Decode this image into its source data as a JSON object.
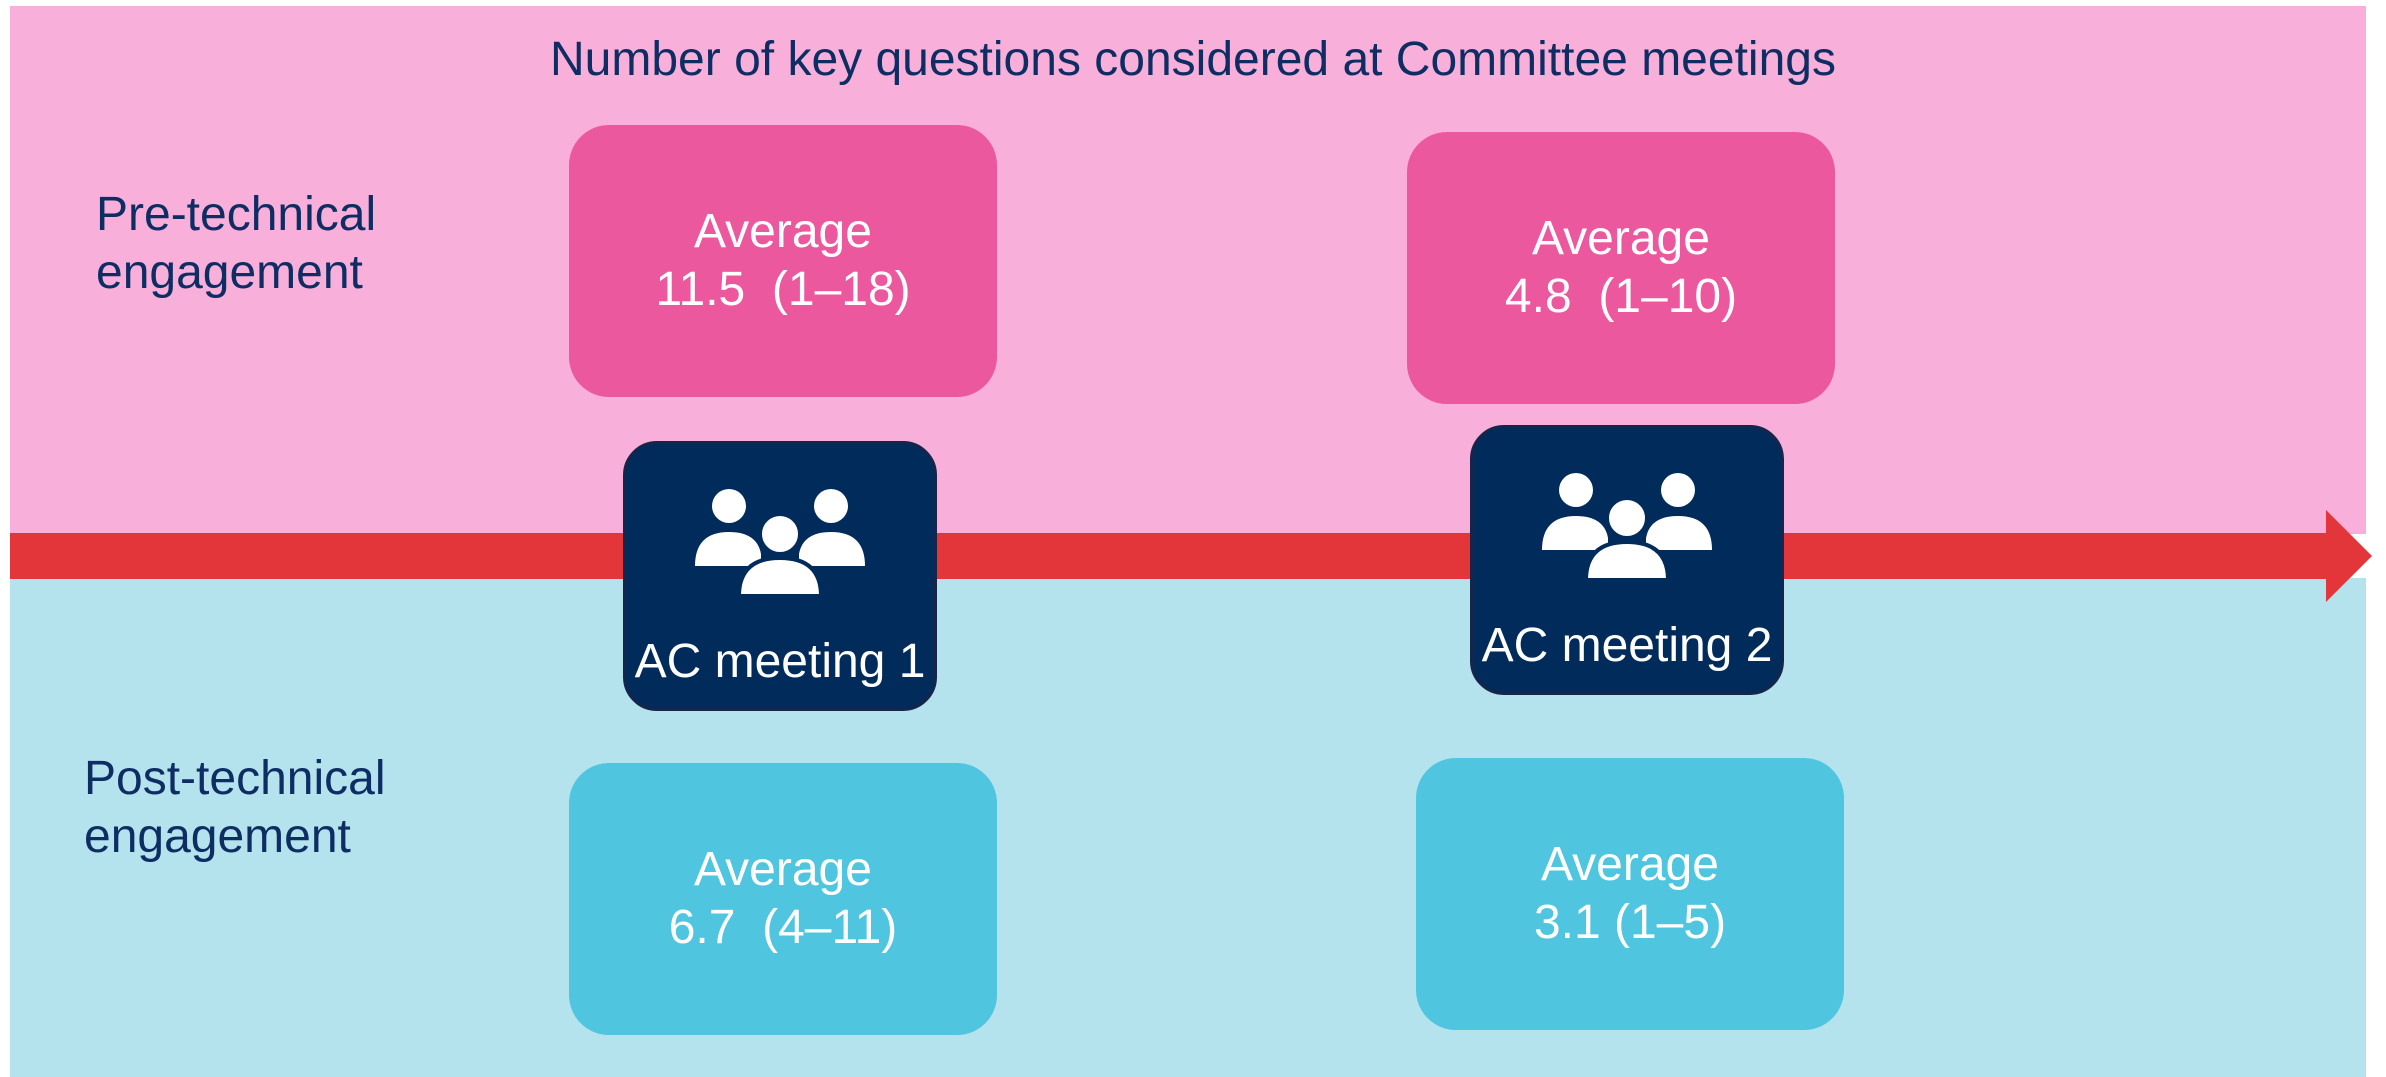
{
  "title": "Number of key questions considered at Committee meetings",
  "colors": {
    "pre_band": "#f8b0db",
    "post_band": "#b4e2ed",
    "arrow": "#e2363a",
    "pre_box": "#ec589e",
    "post_box": "#4fc5df",
    "meeting_box": "#002b5b",
    "dark_text": "#0d2d63"
  },
  "rows": {
    "pre_label": "Pre-technical\nengagement",
    "post_label": "Post-technical\nengagement"
  },
  "meetings": [
    {
      "label": "AC meeting 1",
      "icon": "group-people-icon",
      "pre": {
        "line1": "Average",
        "line2": "11.5  (1–18)"
      },
      "post": {
        "line1": "Average",
        "line2": "6.7  (4–11)"
      }
    },
    {
      "label": "AC meeting 2",
      "icon": "group-people-icon",
      "pre": {
        "line1": "Average",
        "line2": "4.8  (1–10)"
      },
      "post": {
        "line1": "Average",
        "line2": "3.1 (1–5)"
      }
    }
  ]
}
